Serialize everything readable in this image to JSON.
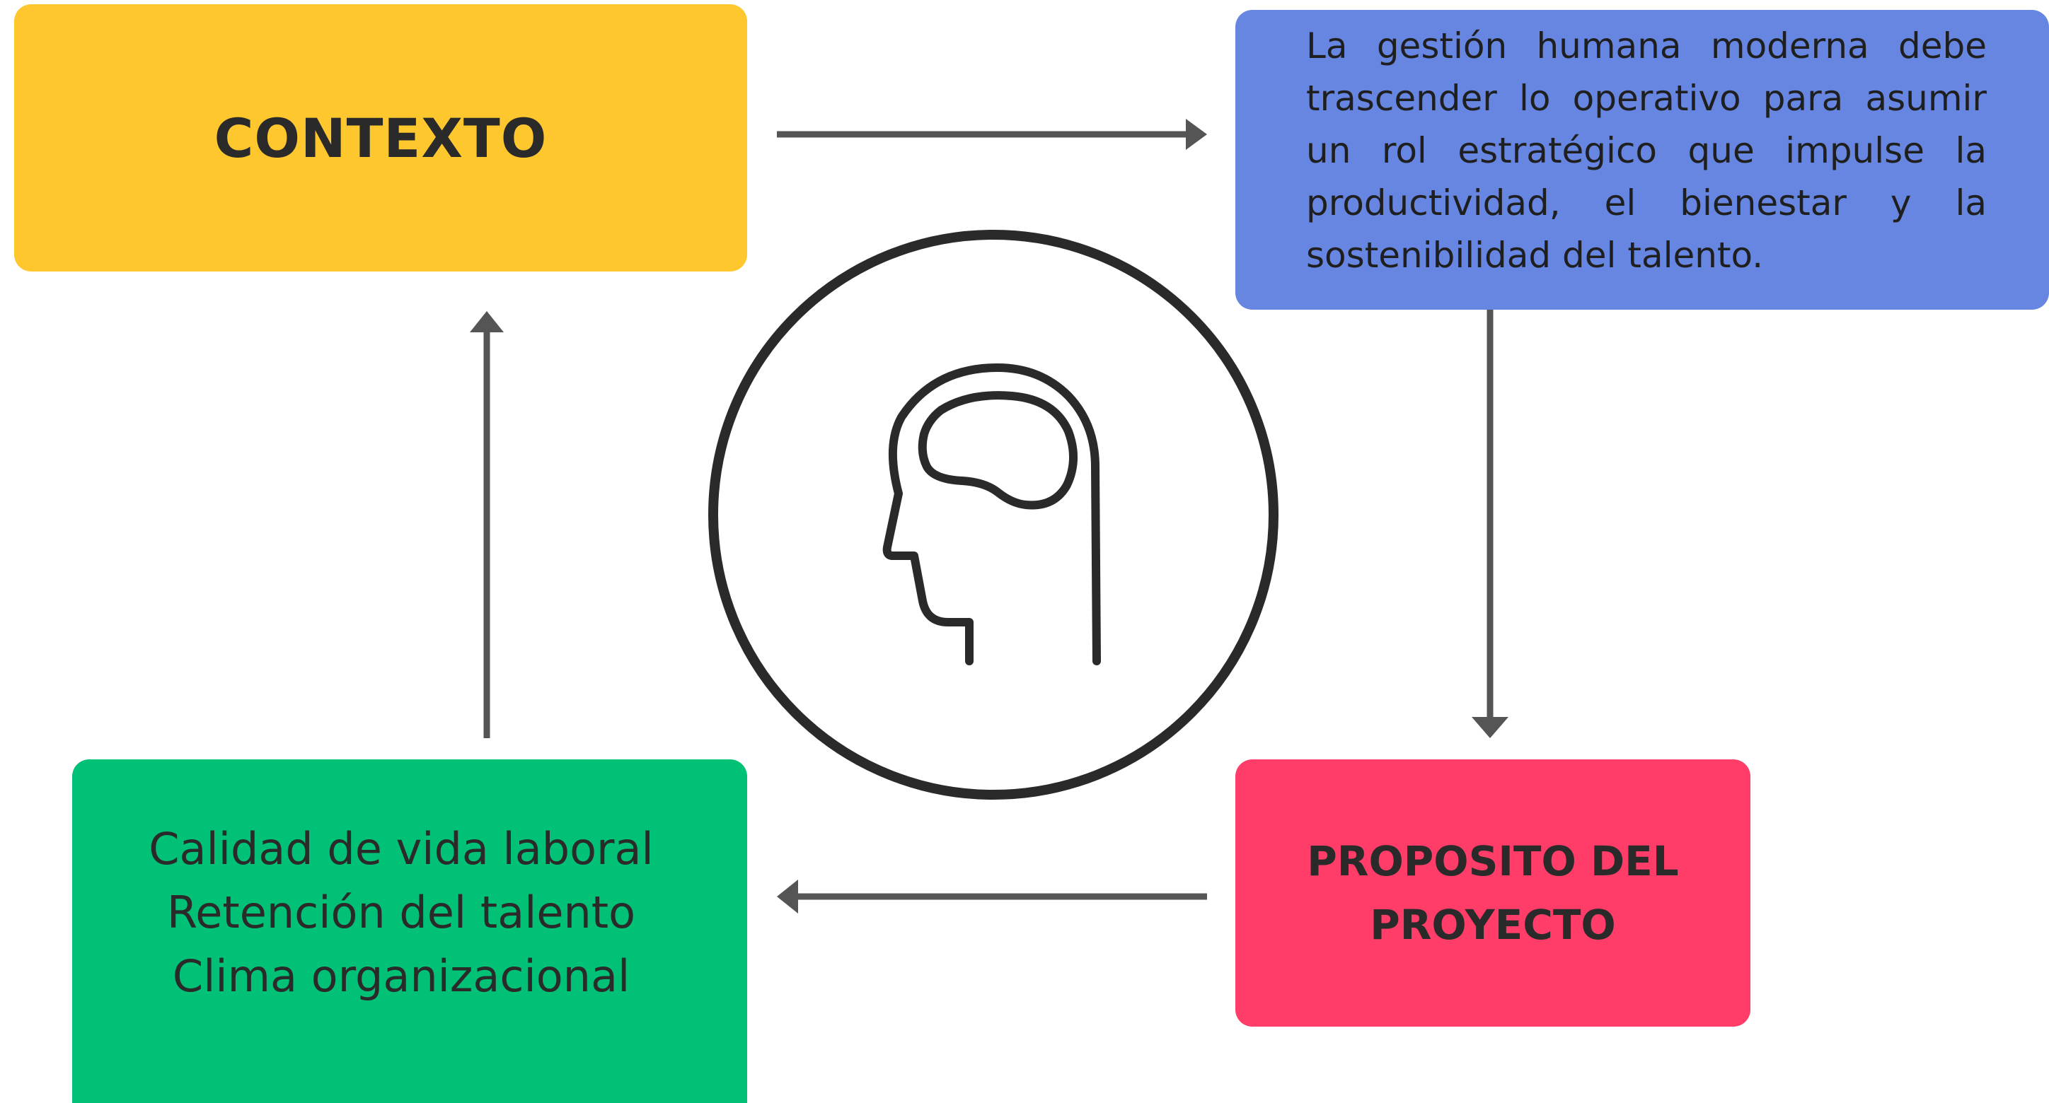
{
  "colors": {
    "context": "#fec72e",
    "description": "#6686e1",
    "purpose": "#ff3d68",
    "results": "#00c176",
    "arrow": "#555555",
    "outline": "#2a2a2a"
  },
  "nodes": {
    "context": {
      "label": "CONTEXTO"
    },
    "description": {
      "text": "La gestión humana moderna debe trascender lo operativo para asumir un rol estratégico que impulse la productividad, el bienestar y la sostenibilidad del talento."
    },
    "purpose": {
      "label": "PROPOSITO DEL PROYECTO"
    },
    "results": {
      "lines": [
        "Calidad de vida laboral",
        "Retención del talento",
        "Clima organizacional"
      ]
    }
  },
  "center_icon": "head-brain-icon",
  "edges": [
    {
      "from": "context",
      "to": "description",
      "direction": "right"
    },
    {
      "from": "description",
      "to": "purpose",
      "direction": "down"
    },
    {
      "from": "purpose",
      "to": "results",
      "direction": "left"
    },
    {
      "from": "results",
      "to": "context",
      "direction": "up"
    }
  ]
}
